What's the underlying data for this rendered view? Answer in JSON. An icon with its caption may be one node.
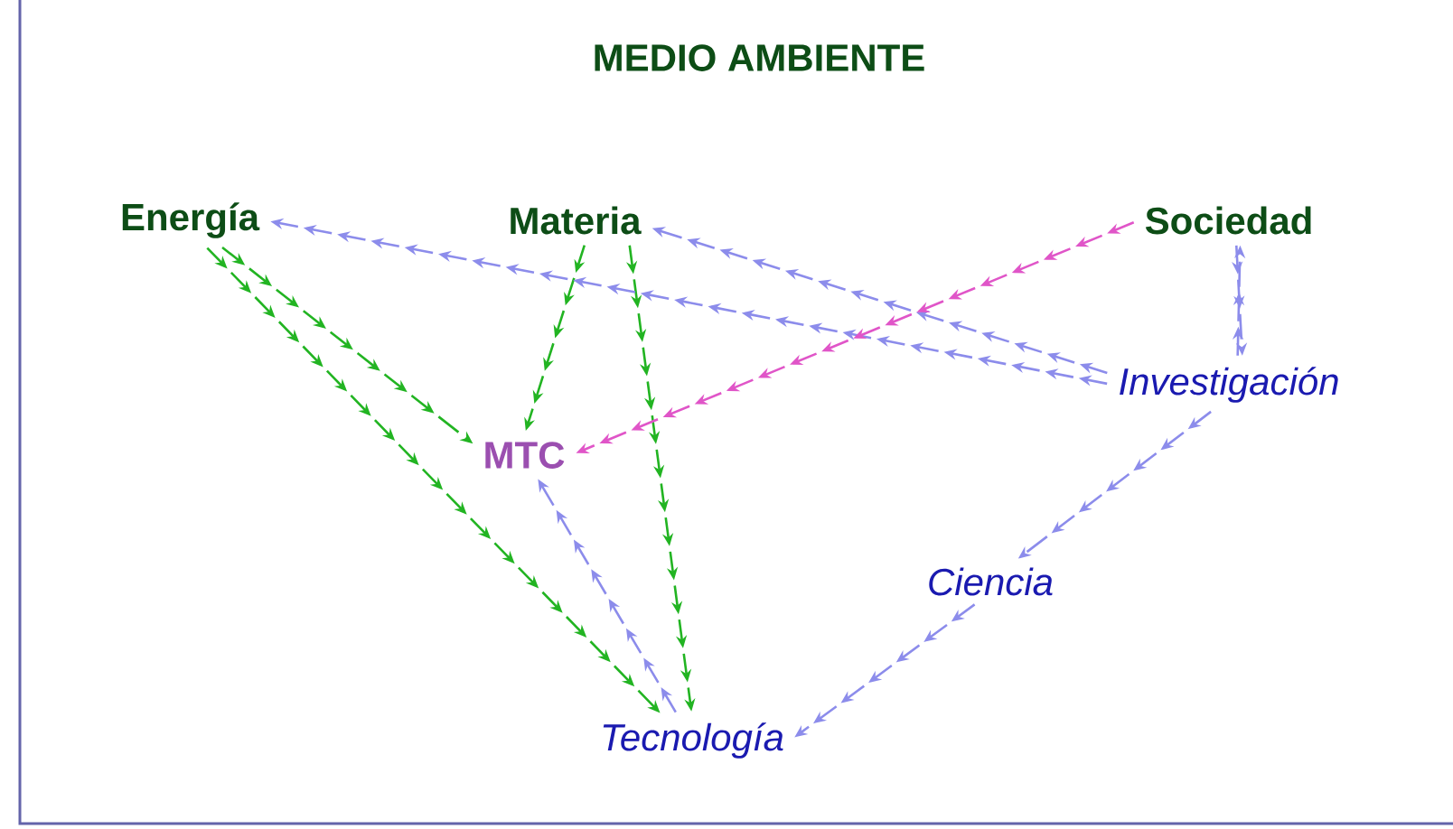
{
  "diagram": {
    "title": "MEDIO AMBIENTE",
    "nodes": [
      {
        "text": [
          "Energía"
        ]
      },
      {
        "text": [
          "Materia"
        ]
      },
      {
        "text": [
          "Sociedad"
        ]
      },
      {
        "text": [
          "MTC"
        ]
      },
      {
        "text": [
          "Investigación"
        ]
      },
      {
        "text": [
          "Ciencia"
        ]
      },
      {
        "text": [
          "Tecnología"
        ]
      }
    ],
    "edges": [
      {
        "from": 0,
        "to": 3,
        "arrow": "to",
        "style": "dashed",
        "color": "#22b422"
      },
      {
        "from": 0,
        "to": 6,
        "arrow": "to",
        "style": "dashed",
        "color": "#22b422"
      },
      {
        "from": 1,
        "to": 3,
        "arrow": "to",
        "style": "dashed",
        "color": "#22b422"
      },
      {
        "from": 1,
        "to": 6,
        "arrow": "to",
        "style": "dashed",
        "color": "#22b422"
      },
      {
        "from": 4,
        "to": 0,
        "arrow": "to",
        "style": "dashed"
      },
      {
        "from": 4,
        "to": 1,
        "arrow": "to",
        "style": "dashed"
      },
      {
        "from": 2,
        "to": 3,
        "arrow": "to",
        "style": "dashed",
        "color": "#e055c8"
      },
      {
        "from": 2,
        "to": 4,
        "arrow": "to",
        "style": "dashed"
      },
      {
        "from": 4,
        "to": 2,
        "arrow": "to",
        "style": "dashed"
      },
      {
        "from": 4,
        "to": 5,
        "arrow": "to",
        "style": "dashed"
      },
      {
        "from": 5,
        "to": 6,
        "arrow": "to",
        "style": "dashed"
      },
      {
        "from": 6,
        "to": 3,
        "arrow": "to",
        "style": "dashed"
      }
    ]
  }
}
